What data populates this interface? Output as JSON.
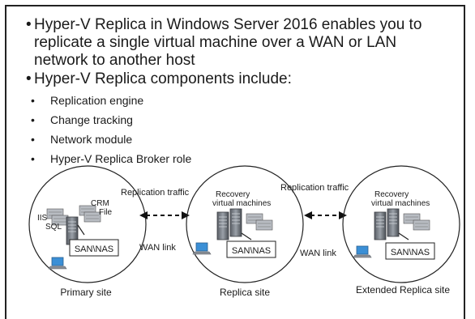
{
  "slide": {
    "bullets": [
      {
        "text": "Hyper-V Replica in Windows Server 2016 enables you to replicate a single virtual machine over a WAN or LAN network to another host"
      },
      {
        "text": "Hyper-V Replica components include:"
      }
    ],
    "sub_bullets": [
      "Replication engine",
      "Change tracking",
      "Network module",
      "Hyper-V Replica Broker role"
    ]
  },
  "diagram": {
    "sites": {
      "primary": {
        "label": "Primary site",
        "servers": [
          "IIS",
          "SQL",
          "CRM",
          "File"
        ],
        "storage": "SAN\\NAS"
      },
      "replica": {
        "label": "Replica site",
        "title_line1": "Recovery",
        "title_line2": "virtual machines",
        "storage": "SAN\\NAS"
      },
      "extended": {
        "label": "Extended Replica site",
        "title_line1": "Recovery",
        "title_line2": "virtual machines",
        "storage": "SAN\\NAS"
      }
    },
    "links": {
      "traffic_label": "Replication traffic",
      "wan_label": "WAN link"
    }
  }
}
